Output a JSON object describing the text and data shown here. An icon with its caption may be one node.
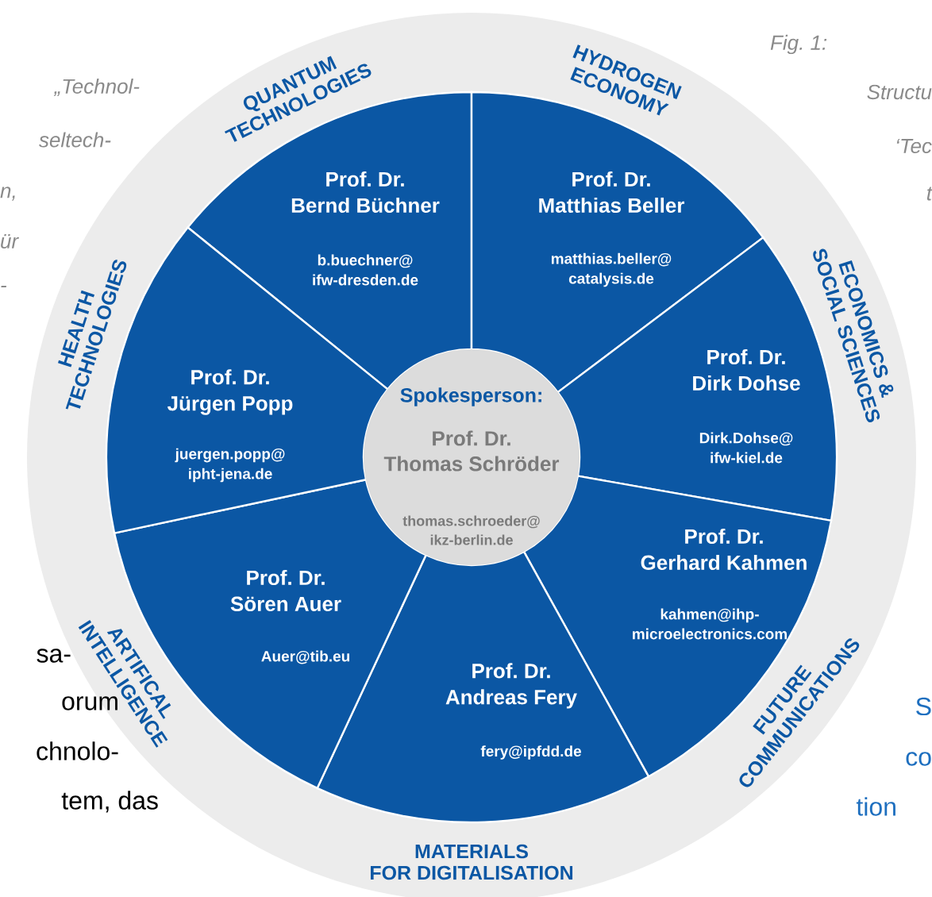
{
  "diagram": {
    "nodes": [
      {
        "text": [
          "QUANTUM TECHNOLOGIES",
          "Prof. Dr. Bernd Büchner",
          "b.buechner@ ifw-dresden.de"
        ]
      },
      {
        "text": [
          "HYDROGEN ECONOMY",
          "Prof. Dr. Matthias Beller",
          "matthias.beller@ catalysis.de"
        ]
      },
      {
        "text": [
          "ECONOMICS & SOCIAL SCIENCES",
          "Prof. Dr. Dirk Dohse",
          "Dirk.Dohse@ ifw-kiel.de"
        ]
      },
      {
        "text": [
          "FUTURE COMMUNICATIONS",
          "Prof. Dr. Gerhard Kahmen",
          "kahmen@ihp- microelectronics.com"
        ]
      },
      {
        "text": [
          "Prof. Dr. Andreas Fery",
          "fery@ipfdd.de",
          "MATERIALS FOR DIGITALISATION"
        ]
      },
      {
        "text": [
          "ARTIFICAL INTELLIGENCE",
          "Prof. Dr. Sören Auer",
          "Auer@tib.eu"
        ]
      },
      {
        "text": [
          "HEALTH TECHNOLOGIES",
          "Prof. Dr. Jürgen Popp",
          "juergen.popp@ ipht-jena.de"
        ]
      },
      {
        "text": [
          "Spokesperson:",
          "Prof. Dr. Thomas Schröder",
          "thomas.schroeder@ ikz-berlin.de"
        ]
      }
    ],
    "labels": [
      "„Technol-",
      "seltech-",
      "n,",
      "ür",
      "-",
      "Fig. 1:",
      "Structu",
      "‘Tec",
      "t",
      "sa-",
      "orum",
      "chnolo-",
      "tem, das",
      "S",
      "co",
      "tion"
    ]
  }
}
